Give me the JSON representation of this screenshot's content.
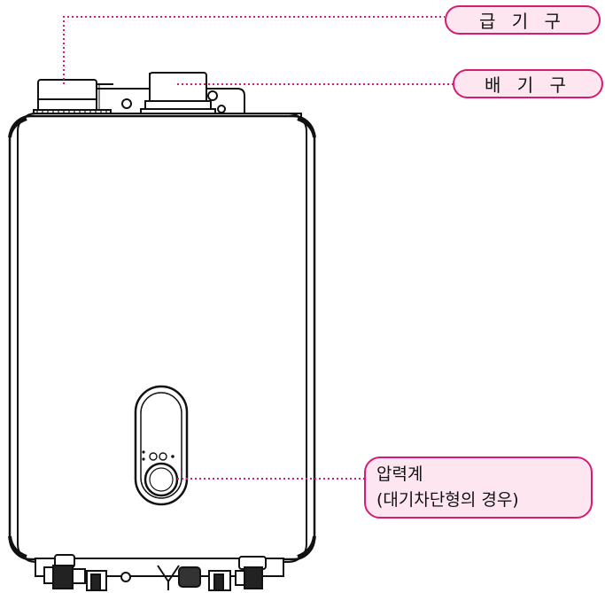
{
  "labels": {
    "intake": "급 기 구",
    "exhaust": "배 기 구",
    "gauge_line1": "압력계",
    "gauge_line2": "(대기차단형의 경우)"
  },
  "colors": {
    "accent": "#d81b72",
    "callout_fill": "#fde6ef",
    "outline": "#111111"
  }
}
